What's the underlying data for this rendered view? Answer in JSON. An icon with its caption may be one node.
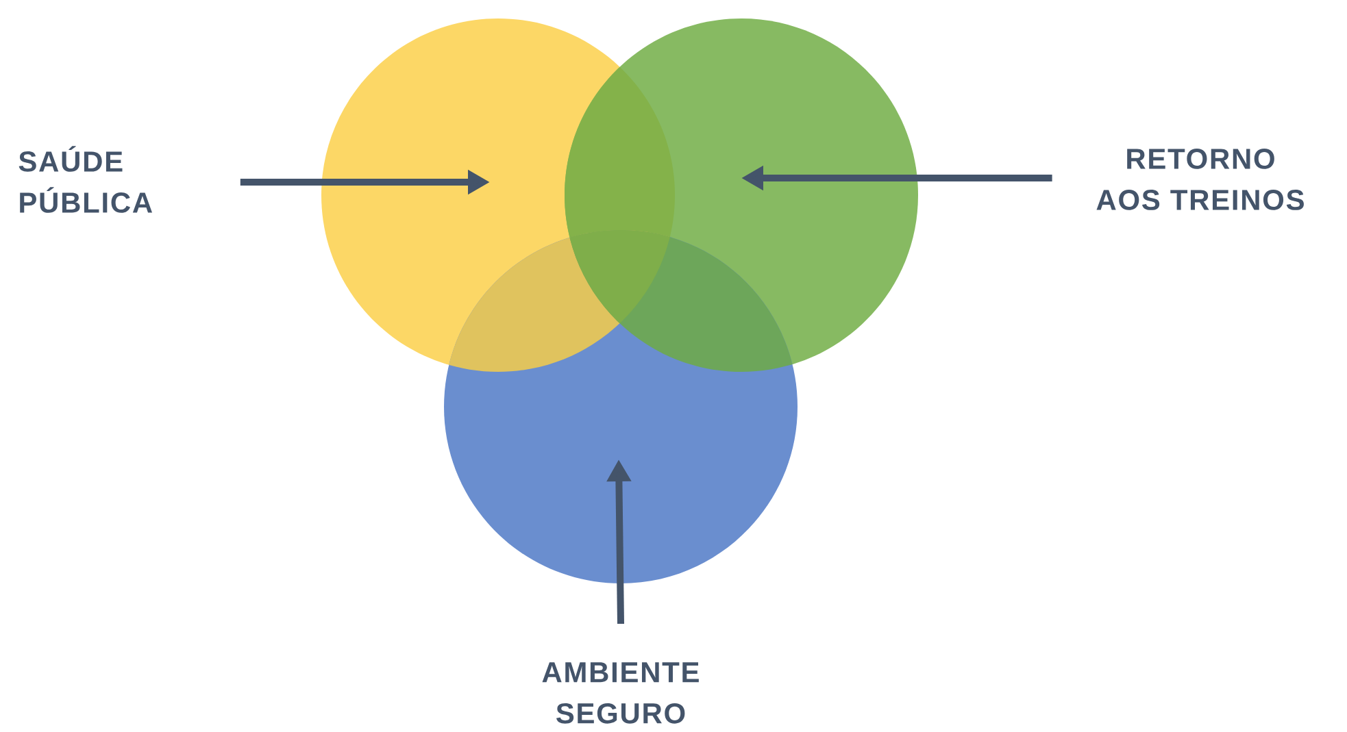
{
  "diagram": {
    "nodes": [
      {
        "text": [
          "SAÚDE PÚBLICA"
        ]
      },
      {
        "text": [
          "RETORNO AOS TREINOS"
        ]
      },
      {
        "text": [
          "AMBIENTE SEGURO"
        ]
      },
      {
        "text": [],
        "shape": "circle"
      },
      {
        "text": [],
        "shape": "circle"
      },
      {
        "text": [],
        "shape": "circle"
      }
    ],
    "edges": [
      {
        "from": 0,
        "to": 3,
        "arrow": "to"
      },
      {
        "from": 1,
        "to": 4,
        "arrow": "to"
      },
      {
        "from": 2,
        "to": 5,
        "arrow": "to"
      }
    ]
  }
}
